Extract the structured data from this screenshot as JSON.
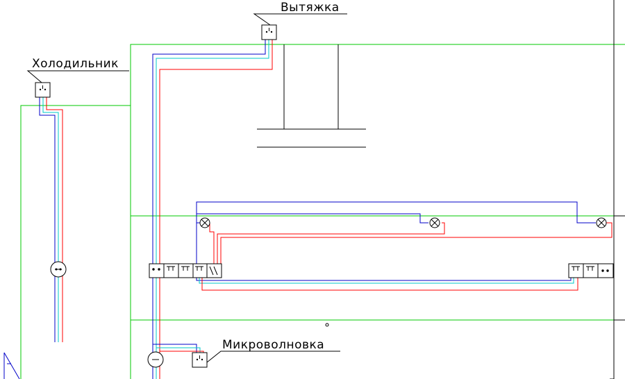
{
  "labels": {
    "hood": "Вытяжка",
    "fridge": "Холодильник",
    "microwave": "Микроволновка"
  },
  "colors": {
    "background": "#ffffff",
    "wall_outline": "#00c800",
    "wire_phase": "#ff0000",
    "wire_neutral": "#0000c8",
    "wire_ground": "#00c8c8",
    "symbols": "#000000"
  }
}
